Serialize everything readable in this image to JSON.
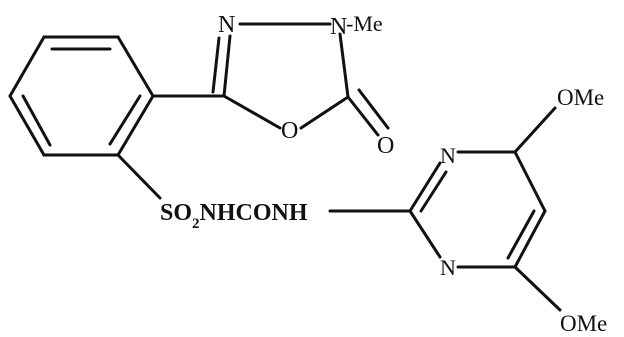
{
  "molecule": {
    "atom_labels": {
      "triazole_n1": "N",
      "triazole_n2": "N",
      "n_methyl": "-Me",
      "ring_oxygen": "O",
      "carbonyl_oxygen": "O",
      "pyrimidine_n_upper": "N",
      "pyrimidine_n_lower": "N",
      "methoxy_upper": "OMe",
      "methoxy_lower": "OMe"
    },
    "linker": {
      "so": "SO",
      "subscript": "2",
      "rest": "NHCONH"
    }
  }
}
